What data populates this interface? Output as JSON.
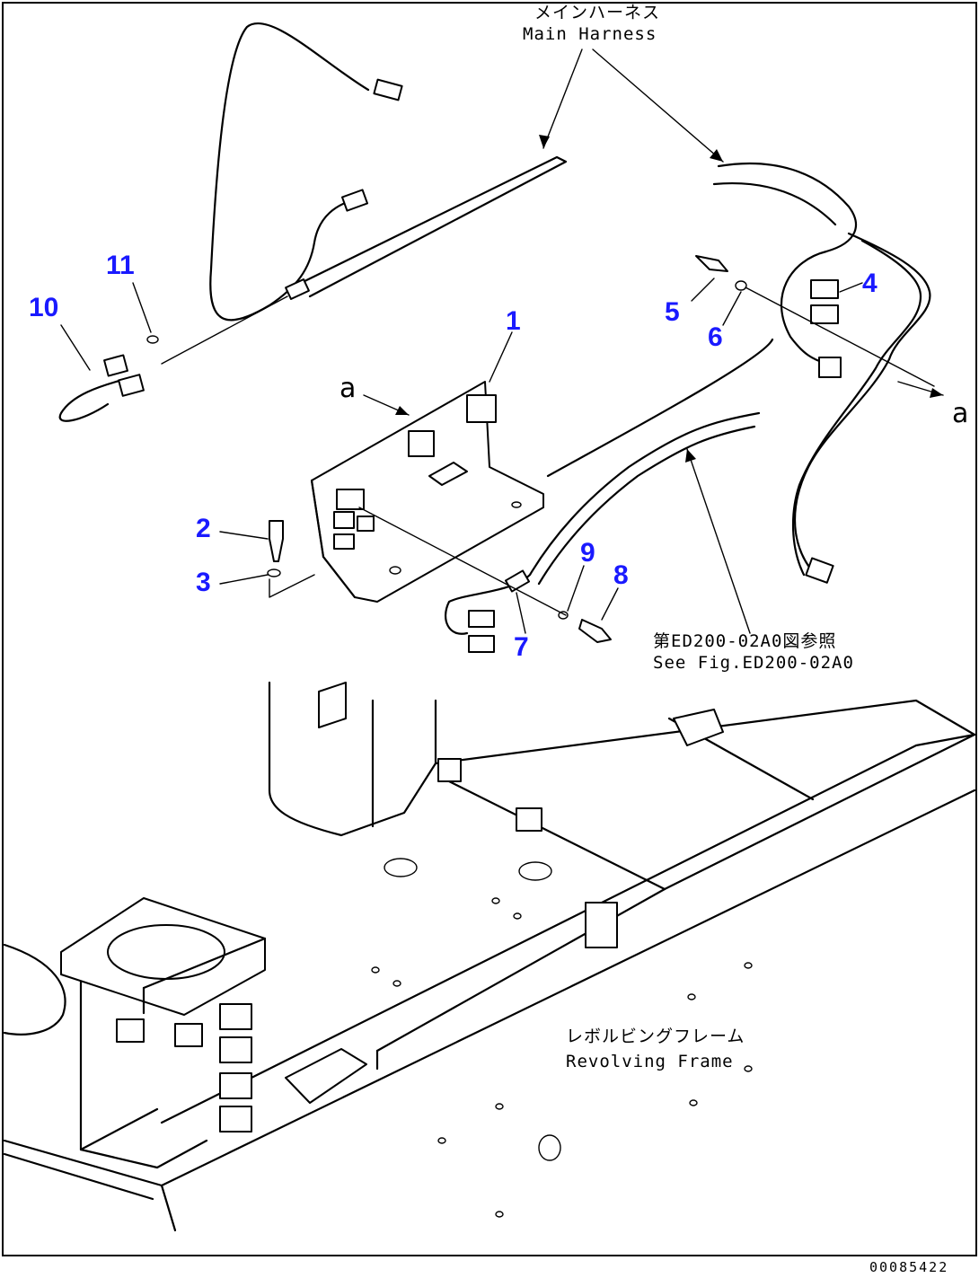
{
  "labels": {
    "main_harness_jp": "メインハーネス",
    "main_harness_en": "Main Harness",
    "see_fig_jp": "第ED200-02A0図参照",
    "see_fig_en": "See Fig.ED200-02A0",
    "revolving_frame_jp": "レボルビングフレーム",
    "revolving_frame_en": "Revolving Frame",
    "view_a_left": "a",
    "view_a_right": "a",
    "drawing_number": "00085422"
  },
  "callouts": [
    "1",
    "2",
    "3",
    "4",
    "5",
    "6",
    "7",
    "8",
    "9",
    "10",
    "11"
  ],
  "colors": {
    "callout": "#1a1aff",
    "line": "#000000",
    "background": "#ffffff"
  }
}
